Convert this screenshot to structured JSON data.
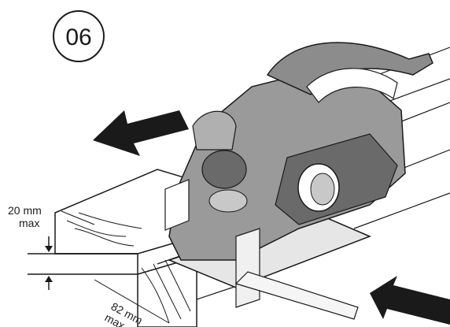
{
  "step": {
    "number": "06"
  },
  "dimensions": {
    "depth_value": "20 mm",
    "depth_qualifier": "max",
    "width_value": "82 mm",
    "width_qualifier": "max"
  },
  "colors": {
    "tool_body": "#9a9a9a",
    "tool_dark": "#5a5a5a",
    "tool_light": "#c8c8c8",
    "arrow": "#1a1a1a",
    "line": "#1a1a1a"
  },
  "arrows": [
    {
      "name": "feed-direction-arrow",
      "direction": "left"
    },
    {
      "name": "push-direction-arrow",
      "direction": "up-left"
    }
  ]
}
